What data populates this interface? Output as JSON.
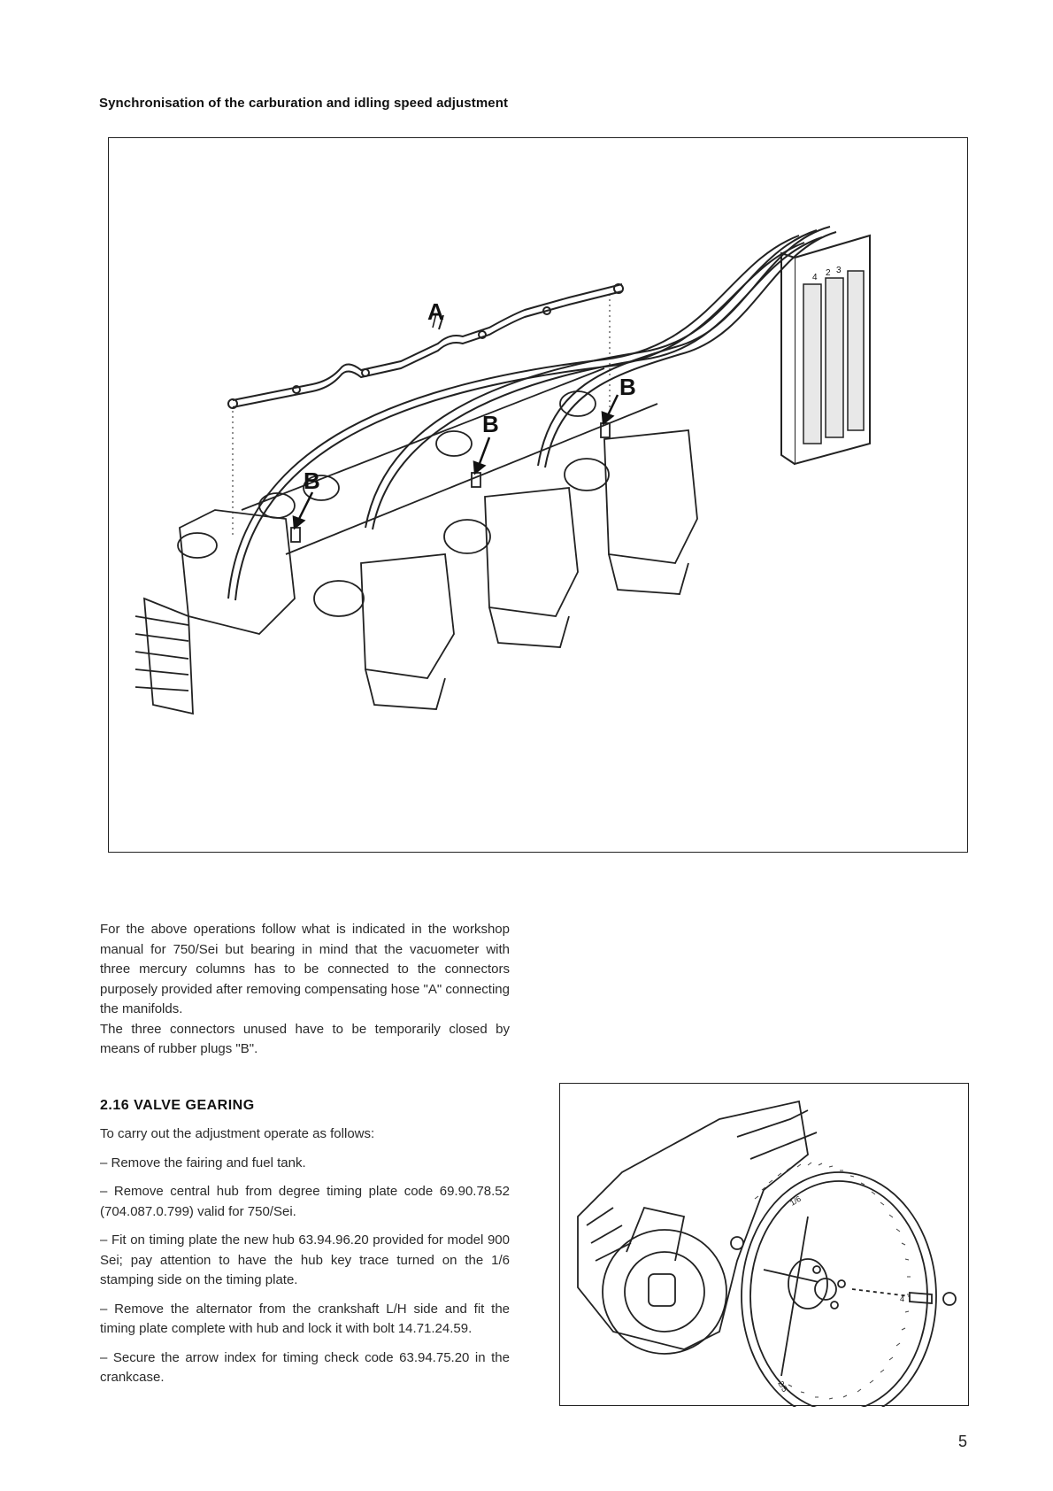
{
  "page": {
    "heading": "Synchronisation of the carburation and idling speed adjustment",
    "page_number": "5"
  },
  "figure_main": {
    "labels": {
      "hose": "A",
      "plug1": "B",
      "plug2": "B",
      "plug3": "B"
    },
    "gauge_numbers": [
      "4",
      "2",
      "3"
    ]
  },
  "intro_text": [
    "For the above operations follow what is indicated in the workshop manual for 750/Sei but bearing in mind that the vacuometer with three mercury columns has to be connected to the connectors purposely provided after removing compensating hose \"A\" connecting the manifolds.",
    "The three connectors unused have to be temporarily closed by means of rubber plugs \"B\"."
  ],
  "section": {
    "title": "2.16  VALVE GEARING",
    "intro": "To carry out the adjustment operate as follows:",
    "steps": [
      "– Remove the fairing and fuel tank.",
      "– Remove central hub from degree timing plate code 69.90.78.52 (704.087.0.799) valid for 750/Sei.",
      "– Fit on timing plate the new hub 63.94.96.20 provided for model 900 Sei; pay attention to have the hub key trace turned on the 1/6 stamping side on the timing plate.",
      "– Remove the alternator from the crankshaft L/H side and fit the timing plate complete with hub and lock it with bolt 14.71.24.59.",
      "– Secure the arrow index for timing check code 63.94.75.20 in the crankcase."
    ]
  },
  "figure_small": {
    "dial_labels": [
      "1/6",
      "2/5",
      "4"
    ]
  }
}
